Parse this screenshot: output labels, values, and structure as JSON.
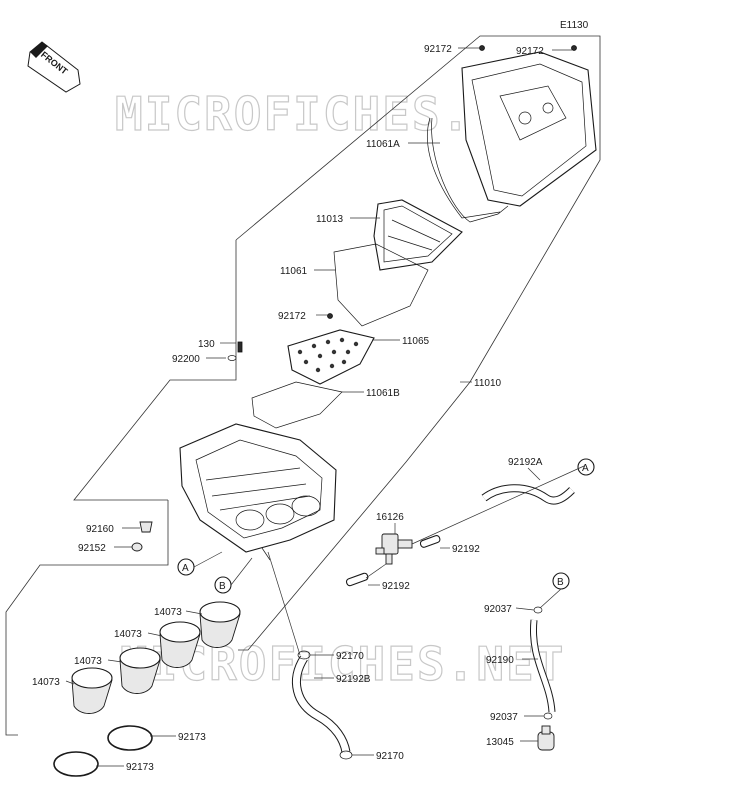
{
  "diagram_code": "E1130",
  "front_label": "FRONT",
  "watermarks": [
    "MICROFICHES.NET",
    "MICROFICHES.NET"
  ],
  "callouts": [
    "A",
    "B",
    "A",
    "B"
  ],
  "parts": [
    "92172",
    "92172",
    "11061A",
    "11013",
    "11061",
    "92172",
    "11065",
    "130",
    "92200",
    "11061B",
    "11010",
    "92192A",
    "16126",
    "92192",
    "92192",
    "92160",
    "92152",
    "14073",
    "14073",
    "14073",
    "14073",
    "92170",
    "92192B",
    "92037",
    "92190",
    "92037",
    "13045",
    "92173",
    "92173",
    "92170"
  ]
}
